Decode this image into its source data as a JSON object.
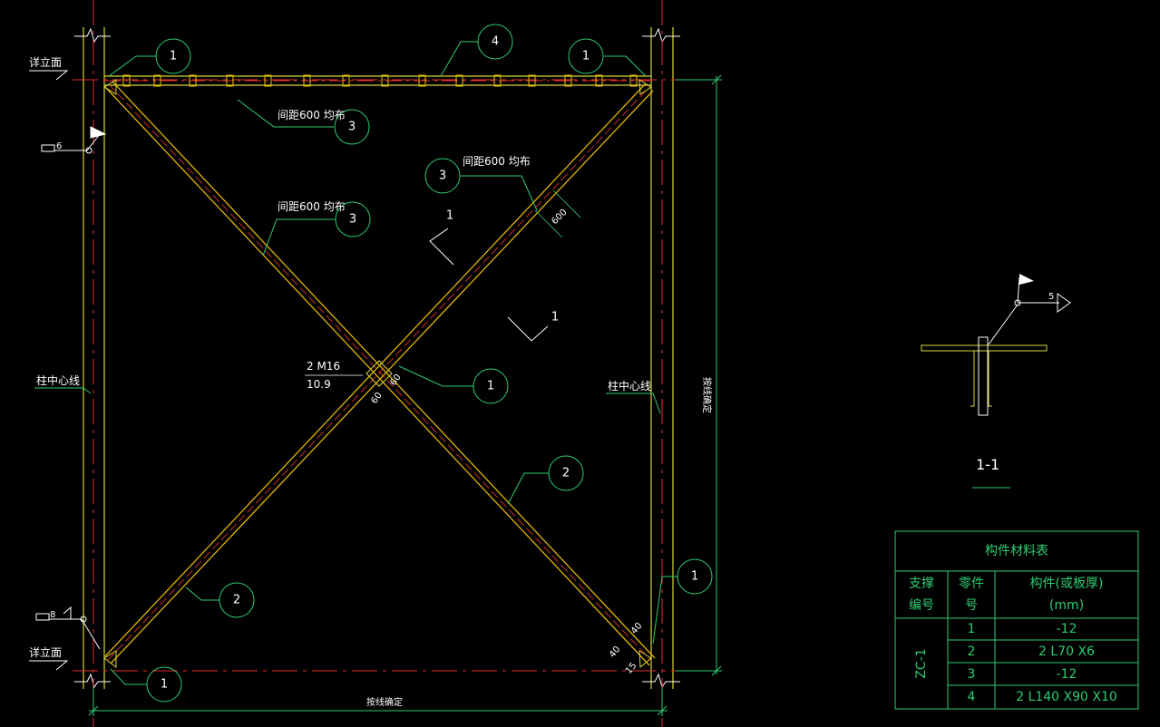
{
  "colors": {
    "background": "#000000",
    "frame": "#d6d63a",
    "brace": "#e0b400",
    "centerline": "#e03030",
    "dimension": "#2ecc71",
    "leader": "#2ecc71",
    "text": "#ffffff"
  },
  "labels": {
    "detail_elev_top": "详立面",
    "detail_elev_bottom": "详立面",
    "col_center_left": "柱中心线",
    "col_center_right": "柱中心线",
    "spacing_top": "间距600 均布",
    "spacing_left": "间距600 均布",
    "spacing_right": "间距600 均布",
    "bolt_spec_1": "2 M16",
    "bolt_spec_2": "10.9",
    "dim_bottom": "按线确定",
    "dim_right": "按线确定",
    "dim_600": "600",
    "dim_60a": "60",
    "dim_60b": "60",
    "dim_40a": "40",
    "dim_40b": "40",
    "dim_15": "15",
    "weld_top": "6",
    "weld_bottom": "8",
    "weld_section": "5",
    "section_cut_1": "1",
    "section_cut_2": "1",
    "section_title": "1-1"
  },
  "callouts": [
    {
      "id": "c1",
      "num": "1"
    },
    {
      "id": "c2",
      "num": "4"
    },
    {
      "id": "c3",
      "num": "1"
    },
    {
      "id": "c4",
      "num": "3"
    },
    {
      "id": "c5",
      "num": "3"
    },
    {
      "id": "c6",
      "num": "3"
    },
    {
      "id": "c7",
      "num": "1"
    },
    {
      "id": "c8",
      "num": "2"
    },
    {
      "id": "c9",
      "num": "2"
    },
    {
      "id": "c10",
      "num": "1"
    },
    {
      "id": "c11",
      "num": "1"
    }
  ],
  "material_table": {
    "title": "构件材料表",
    "headers": {
      "brace_id": [
        "支撑",
        "编号"
      ],
      "part_no": [
        "零件",
        "号"
      ],
      "spec": [
        "构件(或板厚)",
        "(mm)"
      ]
    },
    "brace_id": "ZC-1",
    "rows": [
      {
        "part": "1",
        "spec": "-12"
      },
      {
        "part": "2",
        "spec": "2 L70 X6"
      },
      {
        "part": "3",
        "spec": "-12"
      },
      {
        "part": "4",
        "spec": "2 L140 X90 X10"
      }
    ]
  }
}
